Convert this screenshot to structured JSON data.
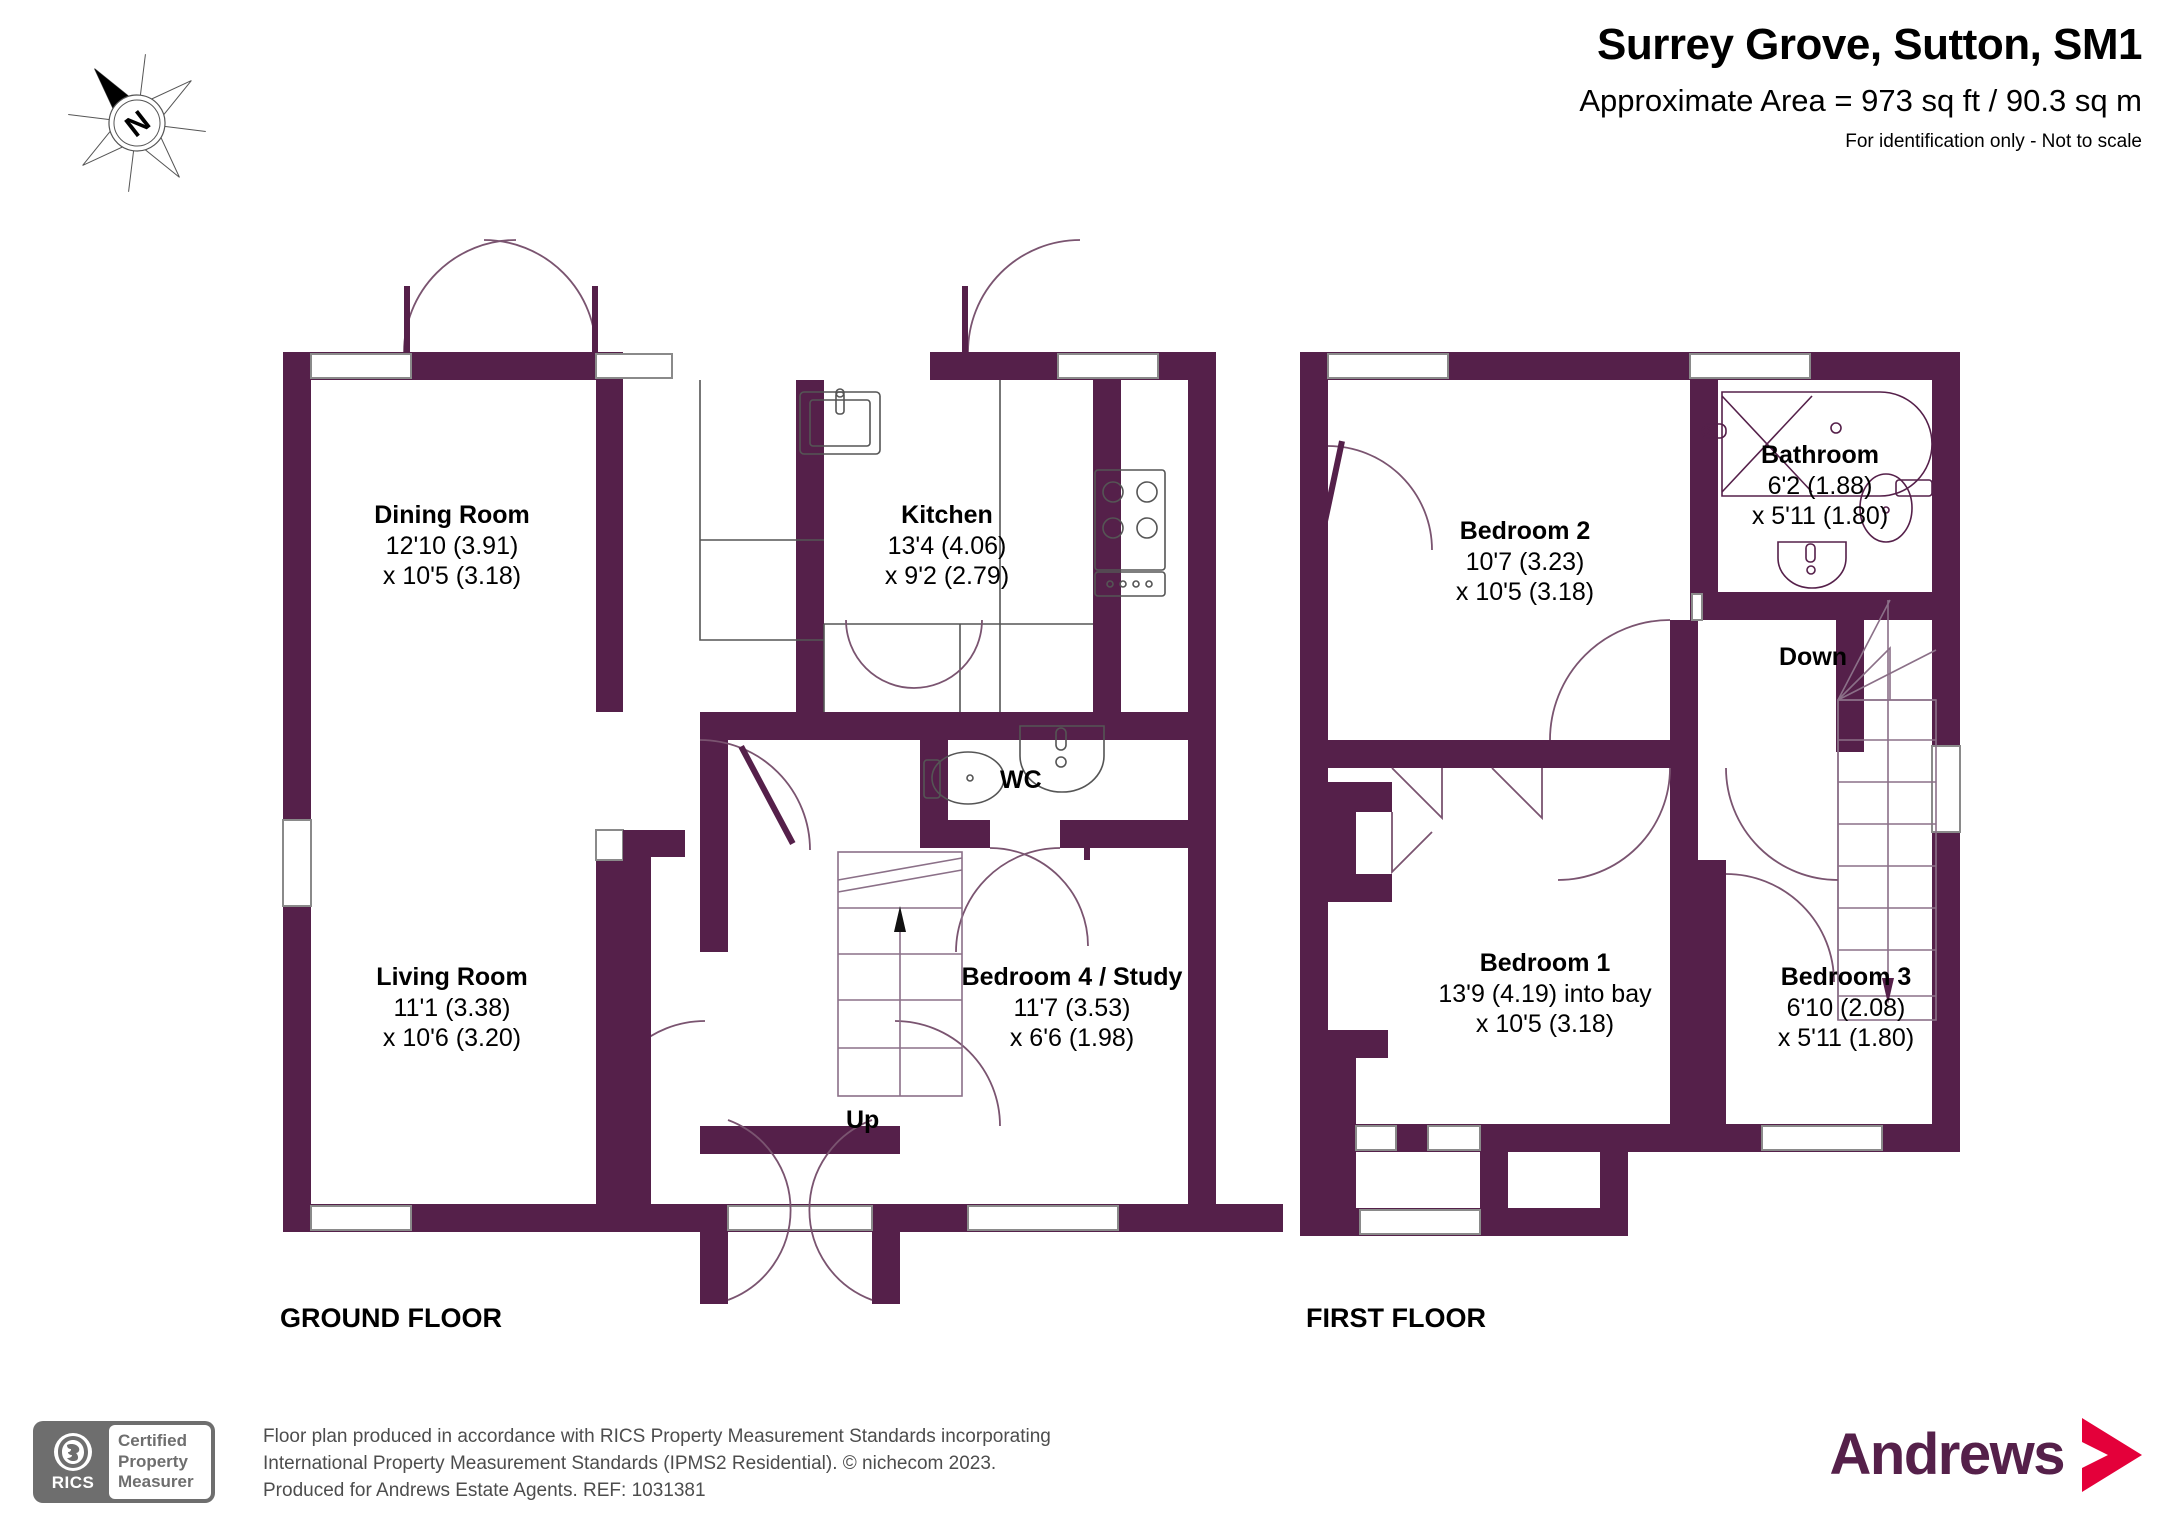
{
  "header": {
    "title": "Surrey Grove, Sutton, SM1",
    "area": "Approximate Area = 973 sq ft / 90.3 sq m",
    "notice": "For identification only - Not to scale"
  },
  "compass": {
    "north_letter": "N"
  },
  "colors": {
    "wall": "#55204a",
    "wall_light": "#7a4a70",
    "fixture_line": "#4a4a4a",
    "brand_purple": "#55204a",
    "brand_red": "#e4003a",
    "rics_grey": "#6e6e6e",
    "footer_text": "#4d4d4d"
  },
  "floors": [
    {
      "id": "ground",
      "label": "GROUND FLOOR",
      "rooms": [
        {
          "name": "Dining Room",
          "dim1": "12'10 (3.91)",
          "dim2": "x 10'5 (3.18)"
        },
        {
          "name": "Kitchen",
          "dim1": "13'4 (4.06)",
          "dim2": "x 9'2 (2.79)"
        },
        {
          "name": "Living Room",
          "dim1": "11'1 (3.38)",
          "dim2": "x 10'6 (3.20)"
        },
        {
          "name": "Bedroom 4 / Study",
          "dim1": "11'7 (3.53)",
          "dim2": "x 6'6 (1.98)"
        }
      ],
      "markers": [
        {
          "text": "WC"
        },
        {
          "text": "Up"
        }
      ]
    },
    {
      "id": "first",
      "label": "FIRST FLOOR",
      "rooms": [
        {
          "name": "Bedroom 2",
          "dim1": "10'7 (3.23)",
          "dim2": "x 10'5 (3.18)"
        },
        {
          "name": "Bathroom",
          "dim1": "6'2 (1.88)",
          "dim2": "x 5'11 (1.80)"
        },
        {
          "name": "Bedroom 1",
          "dim1": "13'9 (4.19) into bay",
          "dim2": "x 10'5 (3.18)"
        },
        {
          "name": "Bedroom 3",
          "dim1": "6'10 (2.08)",
          "dim2": "x 5'11 (1.80)"
        }
      ],
      "markers": [
        {
          "text": "Down"
        }
      ]
    }
  ],
  "footer": {
    "line1": "Floor plan produced in accordance with RICS Property Measurement Standards incorporating",
    "line2": "International Property Measurement Standards (IPMS2 Residential).   © nichecom 2023.",
    "line3": "Produced for Andrews Estate Agents.   REF: 1031381",
    "rics_badge": {
      "mark_text": "RICS",
      "line1": "Certified",
      "line2": "Property",
      "line3": "Measurer"
    },
    "brand": {
      "name": "Andrews"
    }
  }
}
